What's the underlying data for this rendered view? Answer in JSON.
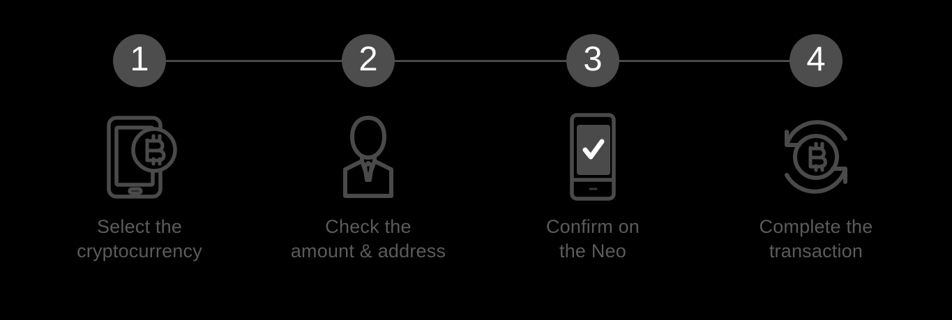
{
  "theme": {
    "background": "#000000",
    "circle_fill": "#4d4d4d",
    "circle_number_color": "#fdfdfd",
    "connector_color": "#4a4a4a",
    "icon_stroke": "#4a4a4a",
    "caption_color": "#5b5b5b"
  },
  "progress": {
    "steps": [
      {
        "number": "1"
      },
      {
        "number": "2"
      },
      {
        "number": "3"
      },
      {
        "number": "4"
      }
    ]
  },
  "steps": [
    {
      "number": "1",
      "icon": "phone-bitcoin-icon",
      "caption_line1": "Select the",
      "caption_line2": "cryptocurrency"
    },
    {
      "number": "2",
      "icon": "person-suit-icon",
      "caption_line1": "Check the",
      "caption_line2": "amount & address"
    },
    {
      "number": "3",
      "icon": "device-checkmark-icon",
      "caption_line1": "Confirm on",
      "caption_line2": "the Neo"
    },
    {
      "number": "4",
      "icon": "bitcoin-exchange-arrows-icon",
      "caption_line1": "Complete the",
      "caption_line2": "transaction"
    }
  ]
}
